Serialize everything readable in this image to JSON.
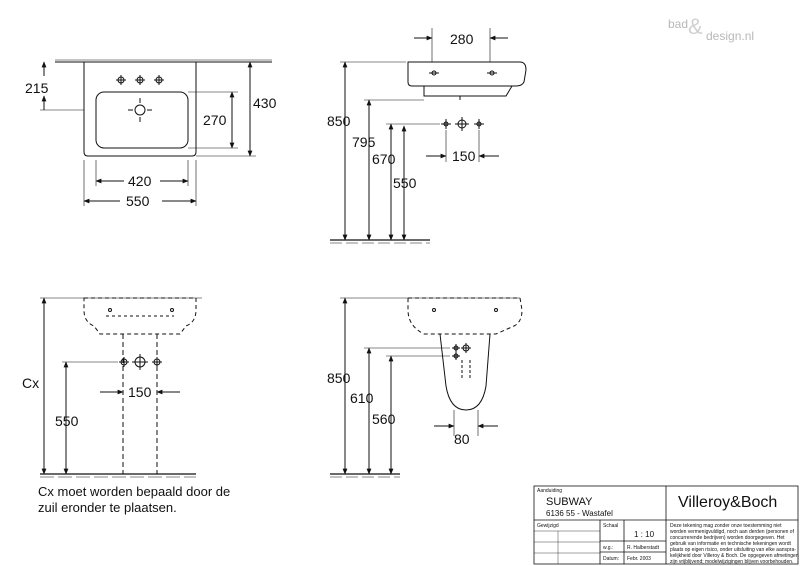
{
  "watermark": {
    "brand_left": "bad",
    "brand_amp": "&",
    "brand_right": "design.nl"
  },
  "views": {
    "front": {
      "dims": {
        "d215": "215",
        "d430": "430",
        "d270": "270",
        "d420": "420",
        "d550": "550"
      }
    },
    "side": {
      "dims": {
        "d280": "280",
        "d850": "850",
        "d795": "795",
        "d670": "670",
        "d550": "550",
        "d150": "150"
      }
    },
    "front_pedestal": {
      "dims": {
        "cx": "Cx",
        "d550": "550",
        "d150": "150"
      },
      "note_line1": "Cx moet worden bepaald door de",
      "note_line2": "zuil eronder te plaatsen."
    },
    "side_pedestal": {
      "dims": {
        "d850": "850",
        "d610": "610",
        "d560": "560",
        "d80": "80"
      }
    }
  },
  "title_block": {
    "aanduiding_label": "Aanduiding",
    "product": "SUBWAY",
    "product_sub": "6136 55 - Wastafel",
    "brand": "Villeroy&Boch",
    "gewijzigd_label": "Gewijzigd",
    "schaal_label": "Schaal",
    "schaal_value": "1 : 10",
    "wg_label": "w.g.:",
    "wg_value": "R. Halberstadt",
    "datum_label": "Datum:",
    "datum_value": "Febr. 2003",
    "disclaimer": [
      "Deze tekening mag zonder onze toestemming niet",
      "worden vermenigvuldigd, noch aan derden (personen of",
      "concurrerende bedrijven) worden doorgegeven. Het",
      "gebruik van informatie en technische tekeningen  wordt",
      "plaats op eigen risico, onder uitsluiting van elke aanspra-",
      "kelijkheid door Villeroy & Boch. De opgegeven afmetingen",
      "zijn vrijblijvend; modelwijzigingen blijven voorbehouden."
    ]
  }
}
